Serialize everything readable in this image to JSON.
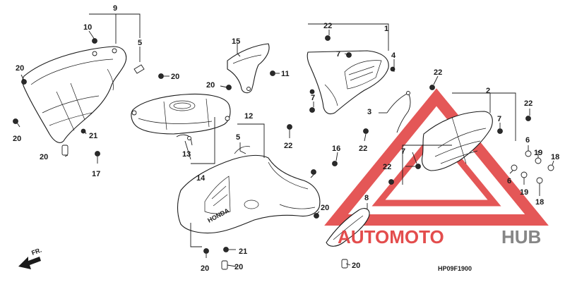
{
  "diagram": {
    "code": "HP09F1900",
    "direction": "FR.",
    "watermark": {
      "word_red": "AUTOMOTO",
      "word_grey": "HUB",
      "color_red": "#e03a3a",
      "color_grey": "#7a7a7a"
    },
    "callouts": {
      "c1": "1",
      "c2": "2",
      "c3": "3",
      "c4": "4",
      "c5a": "5",
      "c5b": "5",
      "c6a": "6",
      "c6b": "6",
      "c7a": "7",
      "c7b": "7",
      "c7c": "7",
      "c7d": "7",
      "c8": "8",
      "c9": "9",
      "c10": "10",
      "c11": "11",
      "c12": "12",
      "c13": "13",
      "c14": "14",
      "c15": "15",
      "c16": "16",
      "c17": "17",
      "c18a": "18",
      "c18b": "18",
      "c19a": "19",
      "c19b": "19",
      "c20a": "20",
      "c20b": "20",
      "c20c": "20",
      "c20d": "20",
      "c20e": "20",
      "c20f": "20",
      "c20g": "20",
      "c20h": "20",
      "c20i": "20",
      "c21a": "21",
      "c21b": "21",
      "c22a": "22",
      "c22b": "22",
      "c22c": "22",
      "c22d": "22",
      "c22e": "22",
      "c22f": "22"
    }
  }
}
